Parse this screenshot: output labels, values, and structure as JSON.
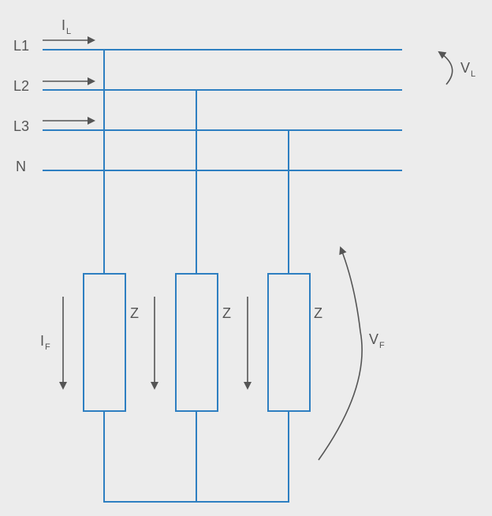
{
  "diagram": {
    "lines": [
      {
        "label": "L1"
      },
      {
        "label": "L2"
      },
      {
        "label": "L3"
      },
      {
        "label": "N"
      }
    ],
    "line_current": {
      "symbol": "I",
      "subscript": "L"
    },
    "line_voltage": {
      "symbol": "V",
      "subscript": "L"
    },
    "phase_current": {
      "symbol": "I",
      "subscript": "F"
    },
    "phase_voltage": {
      "symbol": "V",
      "subscript": "F"
    },
    "impedances": [
      {
        "label": "Z"
      },
      {
        "label": "Z"
      },
      {
        "label": "Z"
      }
    ],
    "colors": {
      "wire": "#2e7fc1",
      "text": "#555555",
      "background": "#ececec"
    }
  }
}
